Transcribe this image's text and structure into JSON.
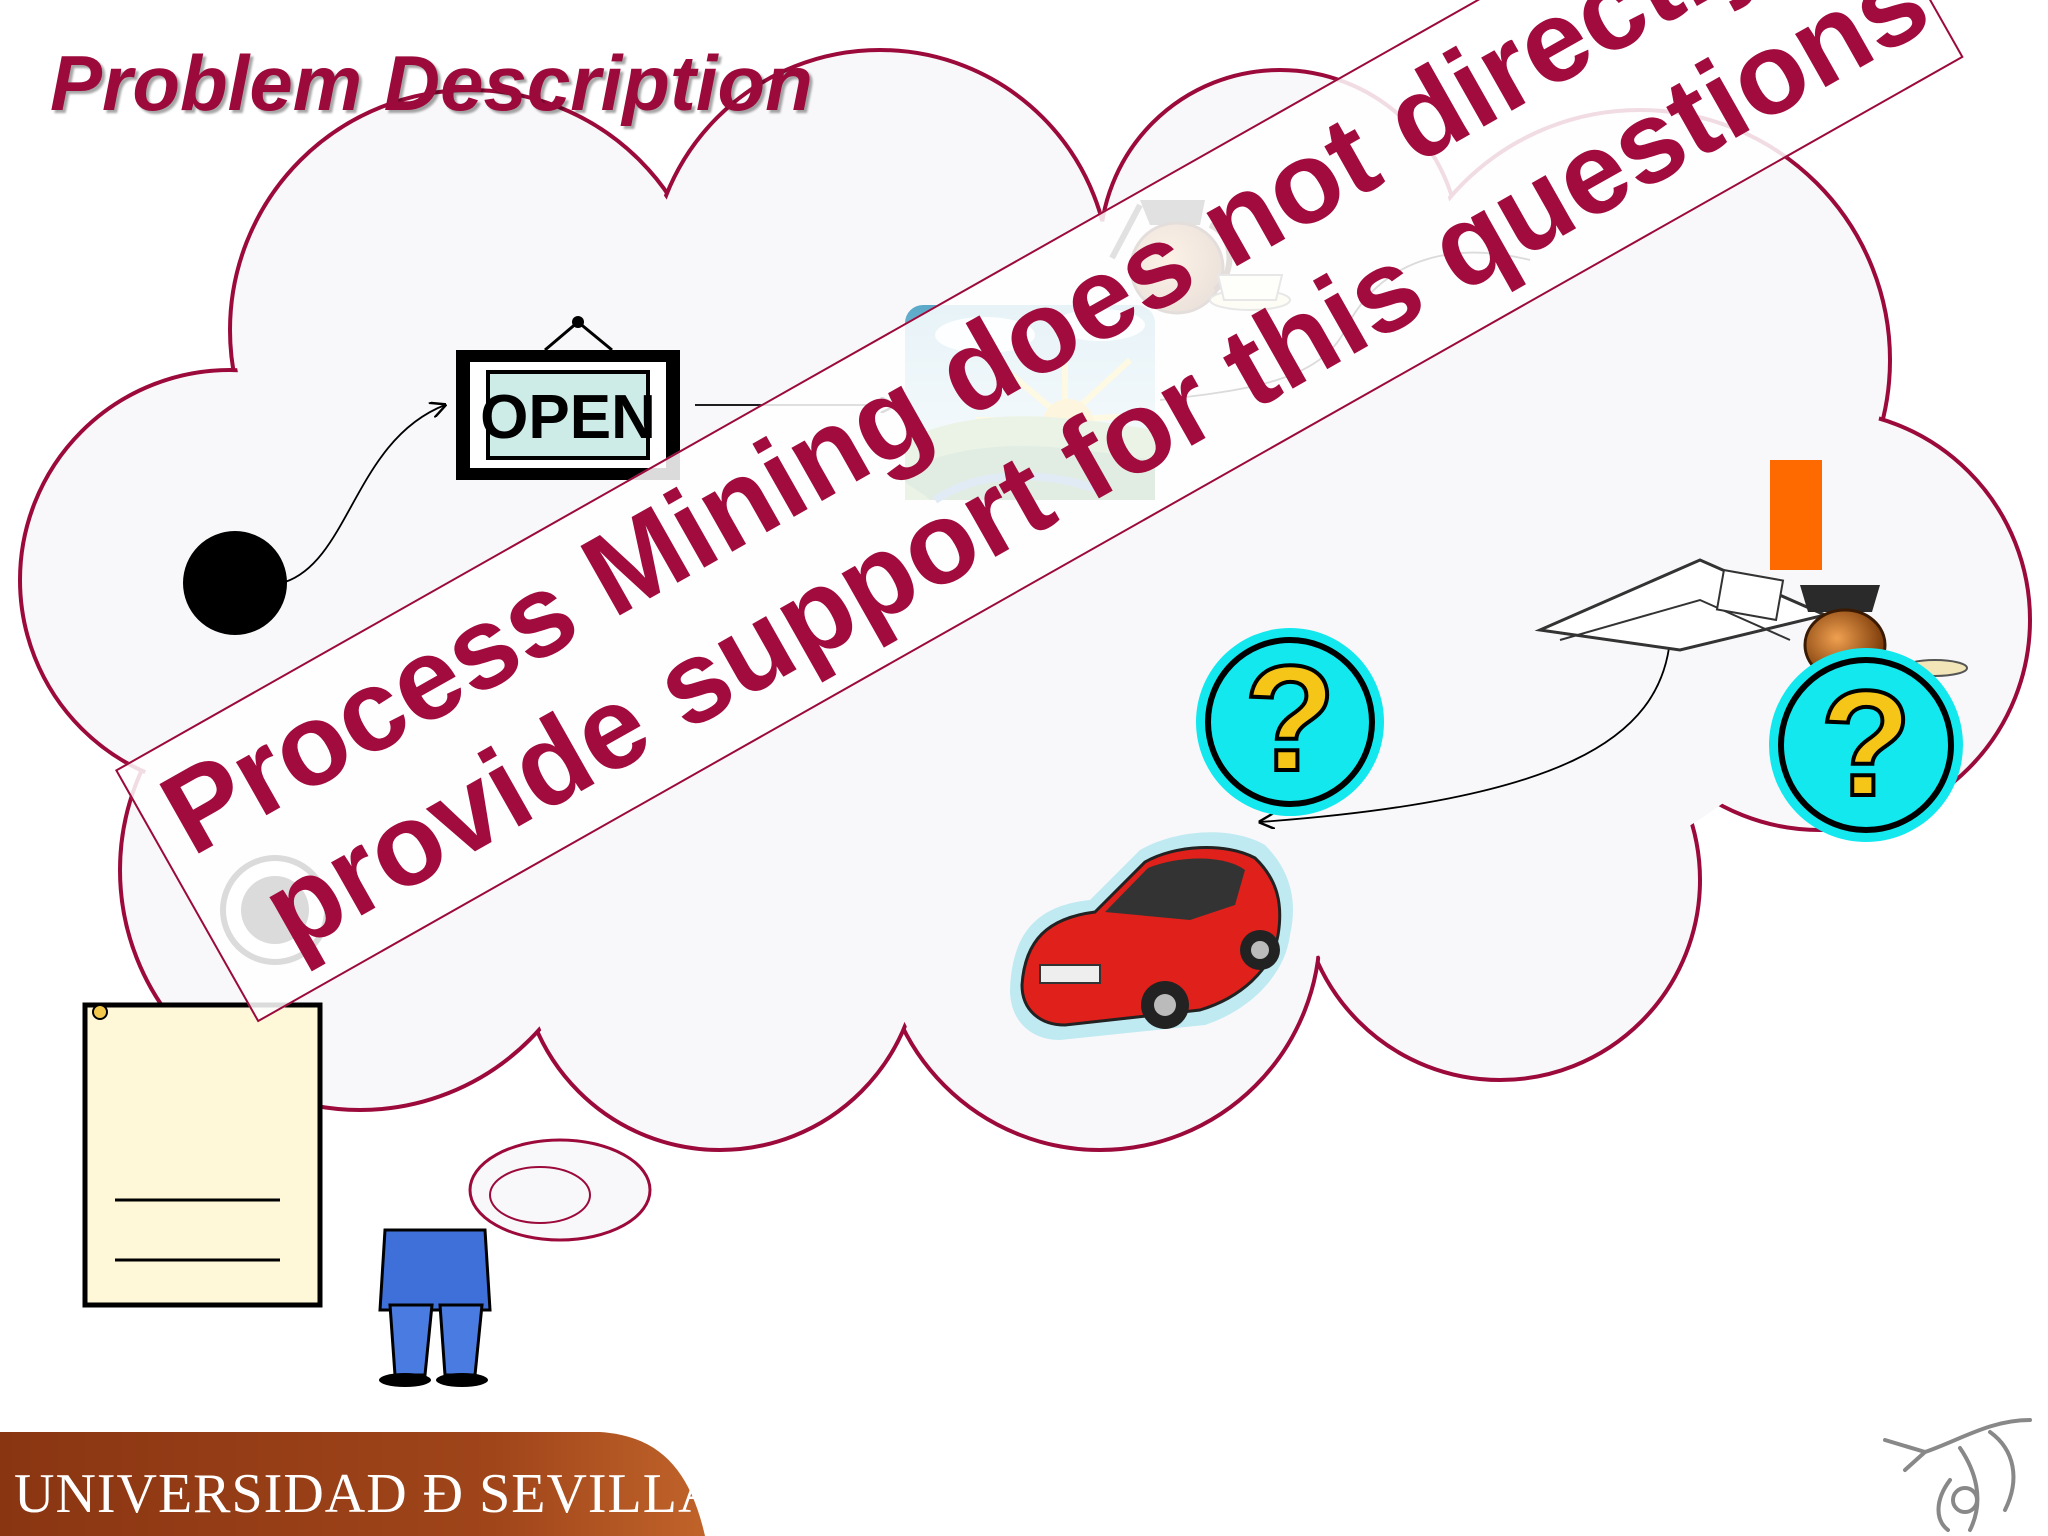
{
  "slide": {
    "title": "Problem Description",
    "overlay_line1": "Process Mining does not directly",
    "overlay_line2": "provide support for this questions",
    "footer_text": "UNIVERSIDAD Ð SEVILLA",
    "open_sign_text": "OPEN",
    "question_mark": "?"
  },
  "colors": {
    "brand": "#9b0a3a",
    "cloud_border": "#9b0a3a",
    "question_fill": "#13e8ee",
    "question_glyph": "#f5c518",
    "car": "#e0201b",
    "footer": "#8a3010"
  },
  "icons": [
    "start-node-icon",
    "open-sign-icon",
    "sunrise-icon",
    "coffee-pot-icon",
    "question-icon",
    "car-icon",
    "clipboard-icon",
    "businessman-icon",
    "university-logo-icon"
  ]
}
